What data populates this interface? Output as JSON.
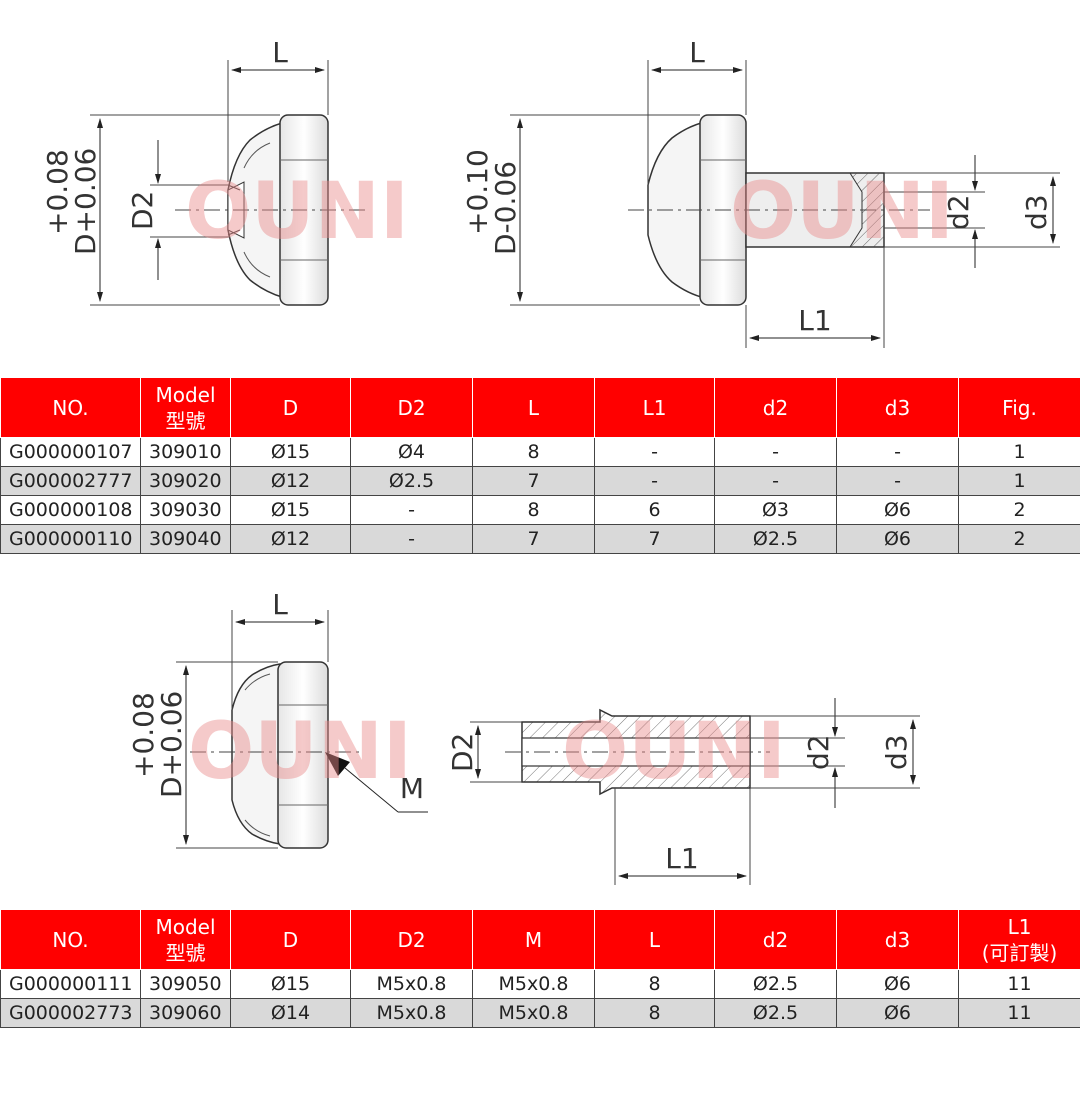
{
  "watermark": "OUNI",
  "fig1": {
    "L": "L",
    "D2": "D2",
    "D": "D",
    "tol_top": "+0.08",
    "tol_bot": "+0.06"
  },
  "fig2": {
    "L": "L",
    "L1": "L1",
    "d2": "d2",
    "d3": "d3",
    "D": "D",
    "tol_top": "+0.10",
    "tol_bot": "-0.06"
  },
  "fig3": {
    "L": "L",
    "M": "M",
    "D": "D",
    "tol_top": "+0.08",
    "tol_bot": "+0.06"
  },
  "fig4": {
    "D2": "D2",
    "d2": "d2",
    "d3": "d3",
    "L1": "L1"
  },
  "table1": {
    "headers": [
      {
        "main": "NO.",
        "sub": ""
      },
      {
        "main": "Model",
        "sub": "型號"
      },
      {
        "main": "D",
        "sub": ""
      },
      {
        "main": "D2",
        "sub": ""
      },
      {
        "main": "L",
        "sub": ""
      },
      {
        "main": "L1",
        "sub": ""
      },
      {
        "main": "d2",
        "sub": ""
      },
      {
        "main": "d3",
        "sub": ""
      },
      {
        "main": "Fig.",
        "sub": ""
      }
    ],
    "rows": [
      [
        "G000000107",
        "309010",
        "Ø15",
        "Ø4",
        "8",
        "-",
        "-",
        "-",
        "1"
      ],
      [
        "G000002777",
        "309020",
        "Ø12",
        "Ø2.5",
        "7",
        "-",
        "-",
        "-",
        "1"
      ],
      [
        "G000000108",
        "309030",
        "Ø15",
        "-",
        "8",
        "6",
        "Ø3",
        "Ø6",
        "2"
      ],
      [
        "G000000110",
        "309040",
        "Ø12",
        "-",
        "7",
        "7",
        "Ø2.5",
        "Ø6",
        "2"
      ]
    ]
  },
  "table2": {
    "headers": [
      {
        "main": "NO.",
        "sub": ""
      },
      {
        "main": "Model",
        "sub": "型號"
      },
      {
        "main": "D",
        "sub": ""
      },
      {
        "main": "D2",
        "sub": ""
      },
      {
        "main": "M",
        "sub": ""
      },
      {
        "main": "L",
        "sub": ""
      },
      {
        "main": "d2",
        "sub": ""
      },
      {
        "main": "d3",
        "sub": ""
      },
      {
        "main": "L1",
        "sub": "(可訂製)"
      }
    ],
    "rows": [
      [
        "G000000111",
        "309050",
        "Ø15",
        "M5x0.8",
        "M5x0.8",
        "8",
        "Ø2.5",
        "Ø6",
        "11"
      ],
      [
        "G000002773",
        "309060",
        "Ø14",
        "M5x0.8",
        "M5x0.8",
        "8",
        "Ø2.5",
        "Ø6",
        "11"
      ]
    ]
  }
}
